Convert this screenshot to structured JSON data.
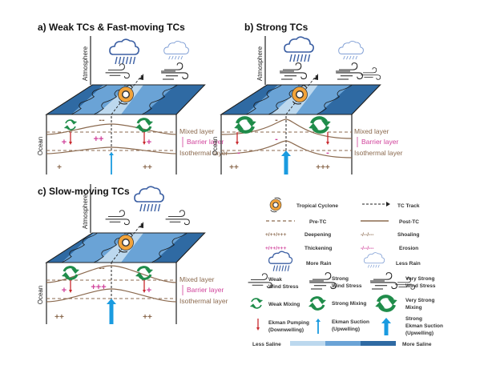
{
  "colors": {
    "surface_dark": "#2f6aa3",
    "surface_mid": "#6aa3d6",
    "surface_light": "#bcd8ee",
    "brown": "#8b6a4f",
    "magenta": "#d0409a",
    "red": "#c8282e",
    "blue_arrow": "#1a9be0",
    "green": "#1f8c4a",
    "orange": "#f2a33a",
    "rain_dark": "#3b5fa3",
    "rain_light": "#7c9cd4"
  },
  "panels": [
    {
      "id": "a",
      "title": "a) Weak TCs & Fast-moving TCs",
      "atmosphere_label": "Atmosphere",
      "ocean_label": "Ocean",
      "layers": {
        "mixed": "Mixed layer",
        "barrier": "Barrier layer",
        "isothermal": "Isothermal layer"
      },
      "left_rain": "more",
      "right_rain": "less",
      "left_wind": "weak",
      "right_wind": "strong",
      "left_mixing": "weak",
      "right_mixing": "strong",
      "center_upwelling": "normal",
      "signs": {
        "center_top": {
          "text": "--",
          "color": "brown"
        },
        "center_mid": {
          "text": "++",
          "color": "magenta"
        },
        "left_mid": {
          "text": "+",
          "color": "magenta"
        },
        "right_mid": {
          "text": "+",
          "color": "magenta"
        },
        "left_bottom": {
          "text": "+",
          "color": "brown"
        },
        "right_bottom": {
          "text": "++",
          "color": "brown"
        }
      }
    },
    {
      "id": "b",
      "title": "b) Strong TCs",
      "atmosphere_label": "Atmosphere",
      "ocean_label": "Ocean",
      "layers": {
        "mixed": "Mixed layer",
        "barrier": "Barrier layer",
        "isothermal": "Isothermal layer"
      },
      "left_rain": "more",
      "right_rain": "less",
      "left_wind": "strong",
      "right_wind": "very-strong",
      "left_mixing": "very-strong",
      "right_mixing": "very-strong",
      "center_upwelling": "strong",
      "signs": {
        "center_top": {
          "text": "-",
          "color": "brown"
        },
        "center_mid": {
          "text": "-",
          "color": "magenta"
        },
        "left_mid": {
          "text": "-",
          "color": "magenta"
        },
        "right_mid": {
          "text": "-",
          "color": "magenta"
        },
        "left_bottom": {
          "text": "++",
          "color": "brown"
        },
        "right_bottom": {
          "text": "+++",
          "color": "brown"
        }
      }
    },
    {
      "id": "c",
      "title": "c) Slow-moving TCs",
      "atmosphere_label": "Atmosphere",
      "ocean_label": "Ocean",
      "layers": {
        "mixed": "Mixed layer",
        "barrier": "Barrier layer",
        "isothermal": "Isothermal layer"
      },
      "center_rain": "more",
      "left_wind": "weak",
      "right_wind": "weak",
      "left_mixing": "strong",
      "right_mixing": "strong",
      "center_upwelling": "strong",
      "signs": {
        "center_top": {
          "text": "--",
          "color": "brown"
        },
        "center_mid": {
          "text": "+++",
          "color": "magenta"
        },
        "left_mid": {
          "text": "+",
          "color": "magenta"
        },
        "right_mid": {
          "text": "+",
          "color": "magenta"
        },
        "left_bottom": {
          "text": "++",
          "color": "brown"
        },
        "right_bottom": {
          "text": "++",
          "color": "brown"
        }
      }
    }
  ],
  "legend": {
    "tropical_cyclone": "Tropical Cyclone",
    "tc_track": "TC Track",
    "pre_tc": "Pre-TC",
    "post_tc": "Post-TC",
    "deepening_symbol": "+/++/+++",
    "deepening": "Deepening",
    "shoaling_symbol": "-/--/---",
    "shoaling": "Shoaling",
    "thickening_symbol": "+/++/+++",
    "thickening": "Thickening",
    "erosion_symbol": "-/--/---",
    "erosion": "Erosion",
    "more_rain": "More Rain",
    "less_rain": "Less Rain",
    "weak_wind_1": "Weak",
    "weak_wind_2": "Wind Stress",
    "strong_wind_1": "Strong",
    "strong_wind_2": "Wind Stress",
    "vstrong_wind_1": "Very Strong",
    "vstrong_wind_2": "Wind Stress",
    "weak_mixing": "Weak Mixing",
    "strong_mixing": "Strong Mixing",
    "vstrong_mixing_1": "Very Strong",
    "vstrong_mixing_2": "Mixing",
    "ekman_pumping_1": "Ekman Pumping",
    "ekman_pumping_2": "(Downwelling)",
    "ekman_suction_1": "Ekman Suction",
    "ekman_suction_2": "(Upwelling)",
    "strong_suction_1": "Strong",
    "strong_suction_2": "Ekman Suction",
    "strong_suction_3": "(Upwelling)",
    "less_saline": "Less Saline",
    "more_saline": "More Saline"
  }
}
